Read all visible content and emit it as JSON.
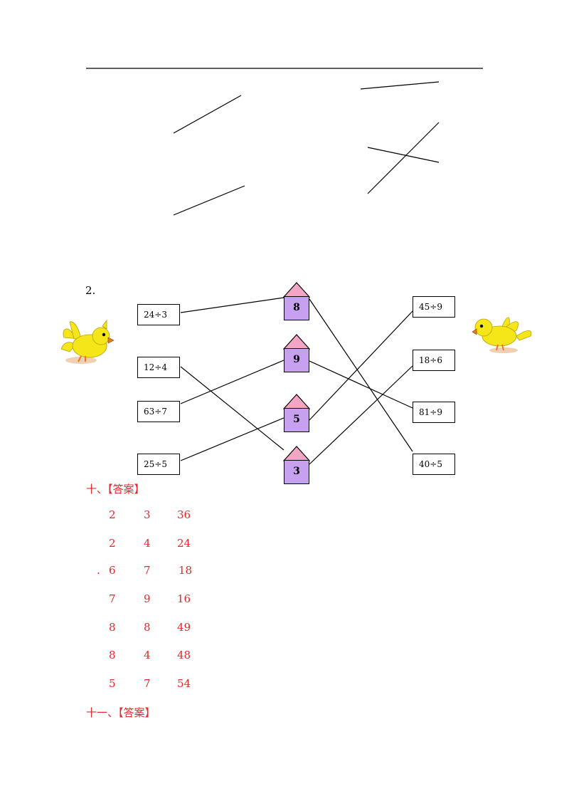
{
  "section_label": "2.",
  "left_boxes": [
    "24÷3",
    "12÷4",
    "63÷7",
    "25÷5"
  ],
  "houses": [
    "8",
    "9",
    "5",
    "3"
  ],
  "right_boxes": [
    "45÷9",
    "18÷6",
    "81÷9",
    "40÷5"
  ],
  "answer_ten": {
    "heading": "十、【答案】",
    "rows": [
      [
        "2",
        "3",
        "36"
      ],
      [
        "2",
        "4",
        "24"
      ],
      [
        "6",
        "7",
        "18"
      ],
      [
        "7",
        "9",
        "16"
      ],
      [
        "8",
        "8",
        "49"
      ],
      [
        "8",
        "4",
        "48"
      ],
      [
        "5",
        "7",
        "54"
      ]
    ],
    "stray_mark": "."
  },
  "answer_eleven": {
    "heading": "十一、【答案】"
  },
  "colors": {
    "house_roof": "#f4a4c4",
    "house_body": "#c8a0f0",
    "answer_red": "#e8262b",
    "bird_yellow": "#f5e61a"
  }
}
